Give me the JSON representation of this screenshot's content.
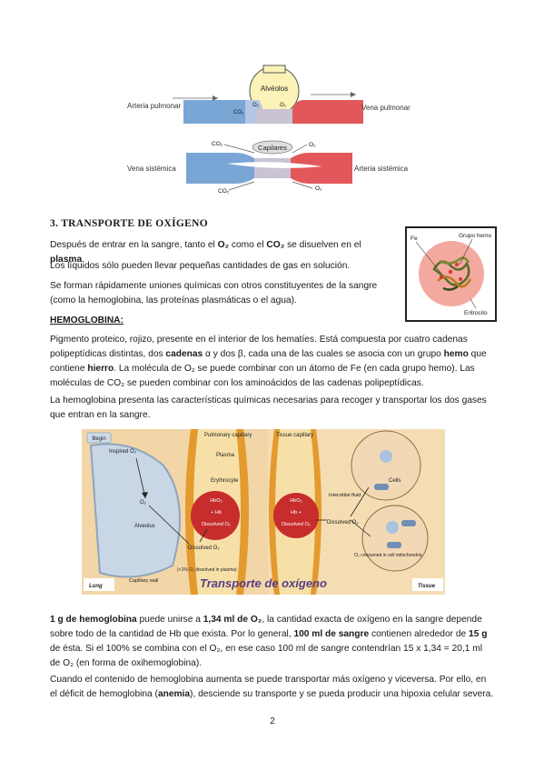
{
  "fig1": {
    "top": {
      "alveolos": "Alvéolos",
      "arteria_pulmonar": "Arteria pulmonar",
      "vena_pulmonar": "Vena pulmonar",
      "co2": "CO₂",
      "o2": "O₂"
    },
    "bottom": {
      "capilares": "Capilares",
      "vena_sistemica": "Vena sistémica",
      "arteria_sistemica": "Arteria sistémica",
      "co2": "CO₂",
      "o2": "O₂"
    }
  },
  "section": {
    "heading": "3. TRANSPORTE DE OXÍGENO",
    "p1_pre": "Después de entrar en la sangre, tanto el ",
    "p1_o2": "O₂",
    "p1_mid": " como el ",
    "p1_co2": "CO₂",
    "p1_post": " se disuelven en el ",
    "p1_plasma": "plasma",
    "p1_end": ".",
    "p2": "Los líquidos sólo pueden llevar pequeñas cantidades de gas en solución.",
    "p3_line1": "Se forman rápidamente uniones químicas con otros constituyentes de la sangre",
    "p3_line2": "(como la hemoglobina, las proteínas plasmáticas o el agua).",
    "hemoglobina_heading": "HEMOGLOBINA:",
    "p4_a": "Pigmento proteico, rojizo, presente en el interior de los hematíes. Está compuesta por cuatro cadenas polipeptídicas distintas, dos ",
    "p4_cadenas": "cadenas",
    "p4_b": " α y dos β, cada una de las cuales se asocia con un grupo ",
    "p4_hemo": "hemo",
    "p4_c": " que contiene ",
    "p4_hierro": "hierro",
    "p4_d": ". La molécula de O₂ se puede combinar con un átomo de Fe (en cada grupo hemo). Las moléculas de CO₂ se pueden combinar con los aminoácidos de las cadenas polipeptídicas.",
    "p5": "La hemoglobina presenta las características químicas necesarias para recoger y transportar los dos gases que entran en la sangre.",
    "p6_b1": "1 g de hemoglobina",
    "p6_a": " puede unirse a ",
    "p6_b2": "1,34 ml de O₂",
    "p6_c": ", la cantidad exacta de oxígeno en la sangre depende sobre todo de la cantidad de Hb que exista. Por lo general, ",
    "p6_b3": "100 ml de sangre",
    "p6_d": " contienen alrededor de ",
    "p6_b4": "15 g",
    "p6_e": " de ésta. Si el 100% se combina con el O₂, en ese caso 100 ml de sangre contendrían 15 x 1,34 = 20,1 ml de O₂ (en forma de oxihemoglobina).",
    "p7_a": "Cuando el contenido de hemoglobina aumenta se puede transportar más oxígeno y viceversa. Por ello, en el déficit de hemoglobina (",
    "p7_anemia": "anemia",
    "p7_b": "), desciende su transporte y se pueda producir una hipoxia celular severa."
  },
  "fig2": {
    "fe": "Fe",
    "grupo_hemo": "Grupo hemo",
    "eritrocito": "Eritrocito"
  },
  "fig3": {
    "left": {
      "begin": "Begin",
      "inspired": "Inspired O₂",
      "pulmonary_capillary": "Pulmonary capillary",
      "plasma": "Plasma",
      "erythrocyte": "Erythrocyte",
      "hbo2": "HbO₂",
      "plus_hb": "+ Hb",
      "dissolved_o2_rbc": "Dissolved O₂",
      "o2": "O₂",
      "alveolus": "Alveolus",
      "dissolved_o2": "Dissolved O₂",
      "note": "(<1% O₂ dissolved in plasma)",
      "lung": "Lung",
      "capillary_wall": "Capillary wall"
    },
    "right": {
      "tissue_capillary": "Tissue capillary",
      "hbo2": "HbO₂",
      "hb": "Hb +",
      "dissolved_o2_rbc": "Dissolved O₂",
      "interstitial": "Interstitial fluid",
      "cells": "Cells",
      "dissolved_o2": "Dissolved O₂",
      "consumed": "O₂ consumed in cell mitochondria",
      "tissue": "Tissue"
    },
    "caption": "Transporte de oxígeno"
  },
  "page_number": "2"
}
